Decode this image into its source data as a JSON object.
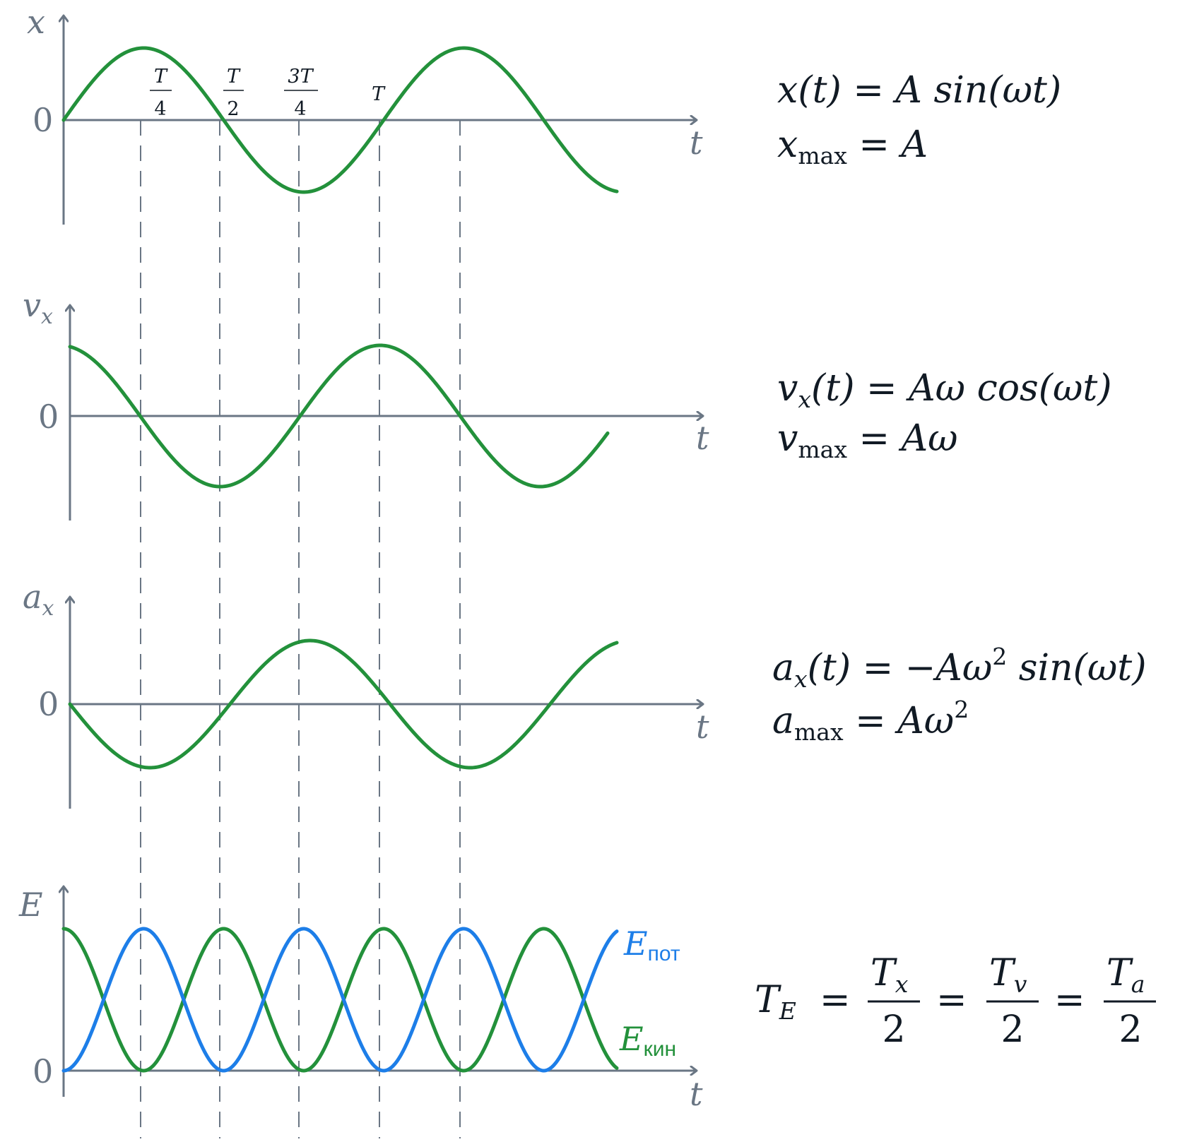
{
  "theme": {
    "axis_color": "#6a7684",
    "green": "#23913b",
    "blue": "#1d7ee8",
    "text": "#111a24"
  },
  "graphs": {
    "x": {
      "ylabel_main": "x",
      "ylabel_sub": "",
      "zero": "0",
      "tlabel": "t"
    },
    "v": {
      "ylabel_main": "v",
      "ylabel_sub": "x",
      "zero": "0",
      "tlabel": "t"
    },
    "a": {
      "ylabel_main": "a",
      "ylabel_sub": "x",
      "zero": "0",
      "tlabel": "t"
    },
    "e": {
      "ylabel_main": "E",
      "ylabel_sub": "",
      "zero": "0",
      "tlabel": "t"
    }
  },
  "ticks": {
    "t4": {
      "num": "T",
      "den": "4"
    },
    "t2": {
      "num": "T",
      "den": "2"
    },
    "t34": {
      "num": "3T",
      "den": "4"
    },
    "t1": {
      "label": "T"
    }
  },
  "energy_labels": {
    "pot_main": "E",
    "pot_sub": "пот",
    "kin_main": "E",
    "kin_sub": "кин"
  },
  "formulas": {
    "x1": "x(t) = A sin(ωt)",
    "x2": {
      "main": "x",
      "sub": "max",
      "rest": " = A"
    },
    "v1": {
      "main": "v",
      "sub": "x",
      "rest": "(t) = Aω cos(ωt)"
    },
    "v2": {
      "main": "v",
      "sub": "max",
      "rest": " = Aω"
    },
    "a1": {
      "main": "a",
      "sub": "x",
      "rest": "(t) = −Aω",
      "sup": "2",
      "tail": " sin(ωt)"
    },
    "a2": {
      "main": "a",
      "sub": "max",
      "rest": " = Aω",
      "sup": "2"
    },
    "te": {
      "lhs_main": "T",
      "lhs_sub": "E",
      "eq": "=",
      "f1_num": "T",
      "f1_sub": "x",
      "f1_den": "2",
      "f2_num": "T",
      "f2_sub": "v",
      "f2_den": "2",
      "f3_num": "T",
      "f3_sub": "a",
      "f3_den": "2"
    }
  },
  "chart_data": [
    {
      "type": "line",
      "title": "",
      "xlabel": "t",
      "ylabel": "x",
      "function": "sin(ωt)",
      "x_period_units": "T",
      "x_range_T": [
        0,
        1.75
      ],
      "y_range": [
        -1,
        1
      ],
      "series": [
        {
          "values_fn": "sin"
        }
      ]
    },
    {
      "type": "line",
      "title": "",
      "xlabel": "t",
      "ylabel": "v_x",
      "function": "cos(ωt)",
      "x_period_units": "T",
      "x_range_T": [
        0,
        1.7
      ],
      "y_range": [
        -1,
        1
      ],
      "series": [
        {
          "values_fn": "cos"
        }
      ]
    },
    {
      "type": "line",
      "title": "",
      "xlabel": "t",
      "ylabel": "a_x",
      "function": "-sin(ωt)",
      "x_period_units": "T",
      "x_range_T": [
        0,
        1.75
      ],
      "y_range": [
        -1,
        1
      ],
      "series": [
        {
          "values_fn": "-sin"
        }
      ]
    },
    {
      "type": "line",
      "title": "",
      "xlabel": "t",
      "ylabel": "E",
      "x_period_units": "T",
      "x_range_T": [
        0,
        1.75
      ],
      "y_range": [
        0,
        1
      ],
      "series": [
        {
          "name": "Eпот",
          "values_fn": "sin^2"
        },
        {
          "name": "Eкин",
          "values_fn": "cos^2"
        }
      ]
    }
  ]
}
